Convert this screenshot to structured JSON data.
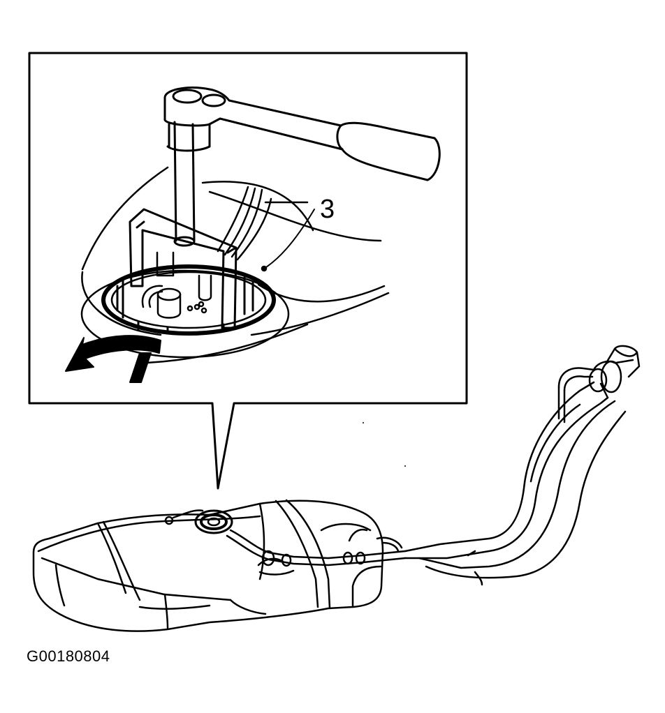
{
  "callout": {
    "number": "3"
  },
  "figure_code": "G00180804",
  "colors": {
    "line": "#000000",
    "background": "#ffffff"
  },
  "icons": [
    "fuel-pump-lock-ring-tool",
    "fuel-tank",
    "direction-arrow"
  ]
}
